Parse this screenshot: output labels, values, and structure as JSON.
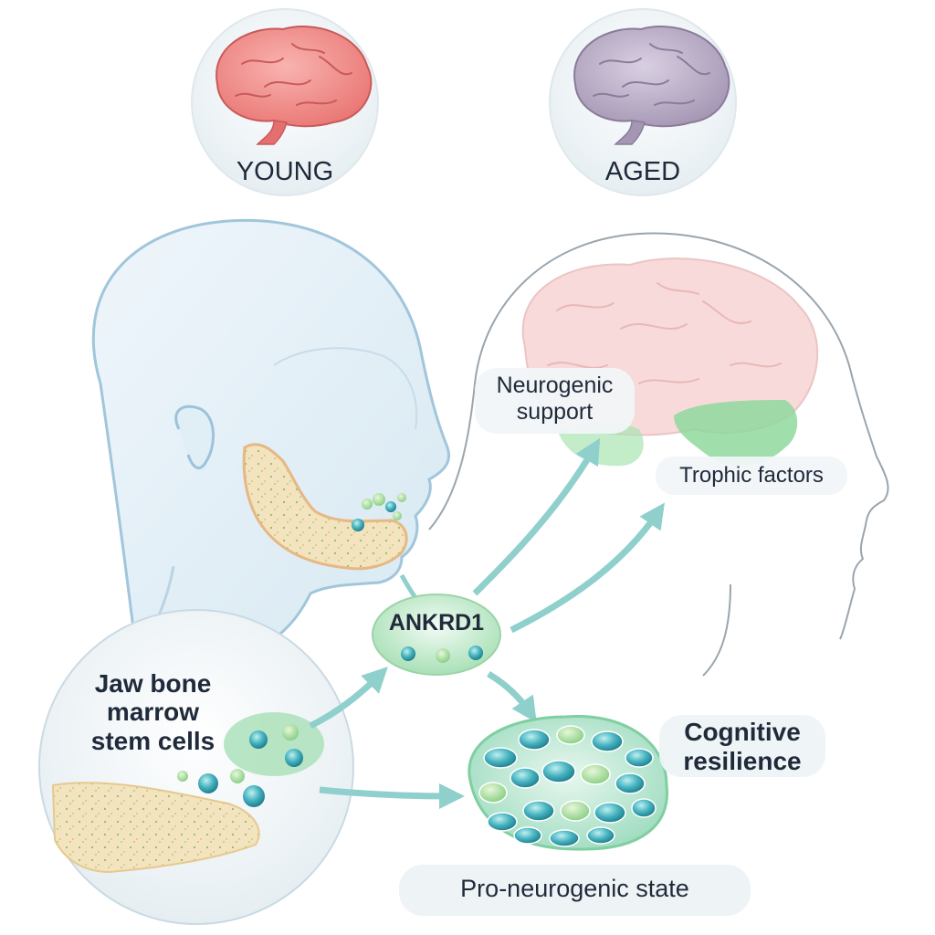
{
  "brains": {
    "young_label": "YOUNG",
    "aged_label": "AGED"
  },
  "labels": {
    "neurogenic_line1": "Neurogenic",
    "neurogenic_line2": "support",
    "trophic": "Trophic factors",
    "ankrd1": "ANKRD1",
    "jaw_line1": "Jaw bone",
    "jaw_line2": "marrow",
    "jaw_line3": "stem cells",
    "cognitive_line1": "Cognitive",
    "cognitive_line2": "resilience",
    "pro_neurogenic": "Pro-neurogenic state"
  },
  "colors": {
    "young_brain": "#ef8a8a",
    "aged_brain": "#b7a9c4",
    "head_outline": "#9cc3da",
    "arrow": "#8fcfcc",
    "cell_teal": "#3fa7b5",
    "cell_green": "#7fd08e",
    "bone": "#f1dfb8"
  }
}
